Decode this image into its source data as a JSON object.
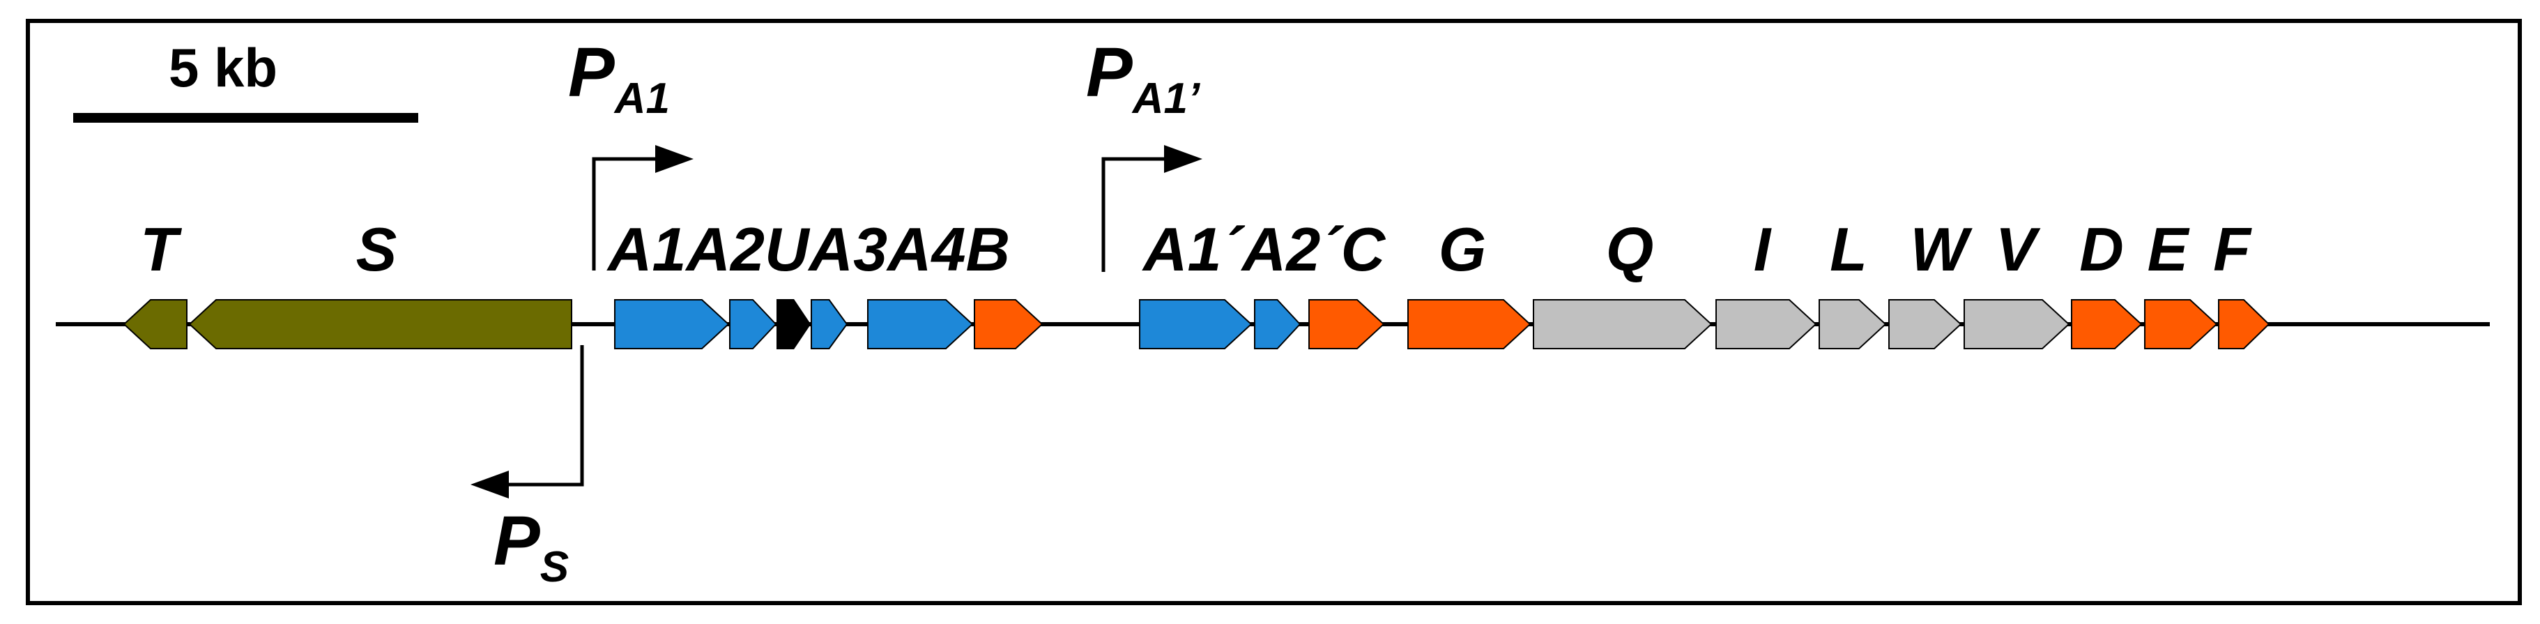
{
  "scale_bar": {
    "label": "5 kb"
  },
  "promoters": {
    "pa1": {
      "main": "P",
      "sub": "A1"
    },
    "pa1p": {
      "main": "P",
      "sub": "A1’"
    },
    "ps": {
      "main": "P",
      "sub": "S"
    }
  },
  "gene_labels": {
    "T": "T",
    "S": "S",
    "operon_a": "A1A2UA3A4B",
    "operon_b": "A1´A2´C",
    "G": "G",
    "Q": "Q",
    "I": "I",
    "L": "L",
    "W": "W",
    "V": "V",
    "D": "D",
    "E": "E",
    "F": "F"
  },
  "colors": {
    "olive": "#6b6b00",
    "blue": "#1e88d8",
    "orange": "#ff5a00",
    "gray": "#c0c0c0",
    "black": "#000000"
  },
  "genes": [
    {
      "name": "T",
      "color": "olive",
      "dir": "left"
    },
    {
      "name": "S",
      "color": "olive",
      "dir": "left"
    },
    {
      "name": "A1",
      "color": "blue",
      "dir": "right"
    },
    {
      "name": "A2",
      "color": "blue",
      "dir": "right"
    },
    {
      "name": "U",
      "color": "black",
      "dir": "right"
    },
    {
      "name": "A3",
      "color": "blue",
      "dir": "right"
    },
    {
      "name": "A4",
      "color": "blue",
      "dir": "right"
    },
    {
      "name": "B",
      "color": "orange",
      "dir": "right"
    },
    {
      "name": "A1´",
      "color": "blue",
      "dir": "right"
    },
    {
      "name": "A2´",
      "color": "blue",
      "dir": "right"
    },
    {
      "name": "C",
      "color": "orange",
      "dir": "right"
    },
    {
      "name": "G",
      "color": "orange",
      "dir": "right"
    },
    {
      "name": "Q",
      "color": "gray",
      "dir": "right"
    },
    {
      "name": "I",
      "color": "gray",
      "dir": "right"
    },
    {
      "name": "L",
      "color": "gray",
      "dir": "right"
    },
    {
      "name": "W",
      "color": "gray",
      "dir": "right"
    },
    {
      "name": "V",
      "color": "gray",
      "dir": "right"
    },
    {
      "name": "D",
      "color": "orange",
      "dir": "right"
    },
    {
      "name": "E",
      "color": "orange",
      "dir": "right"
    },
    {
      "name": "F",
      "color": "orange",
      "dir": "right"
    }
  ]
}
